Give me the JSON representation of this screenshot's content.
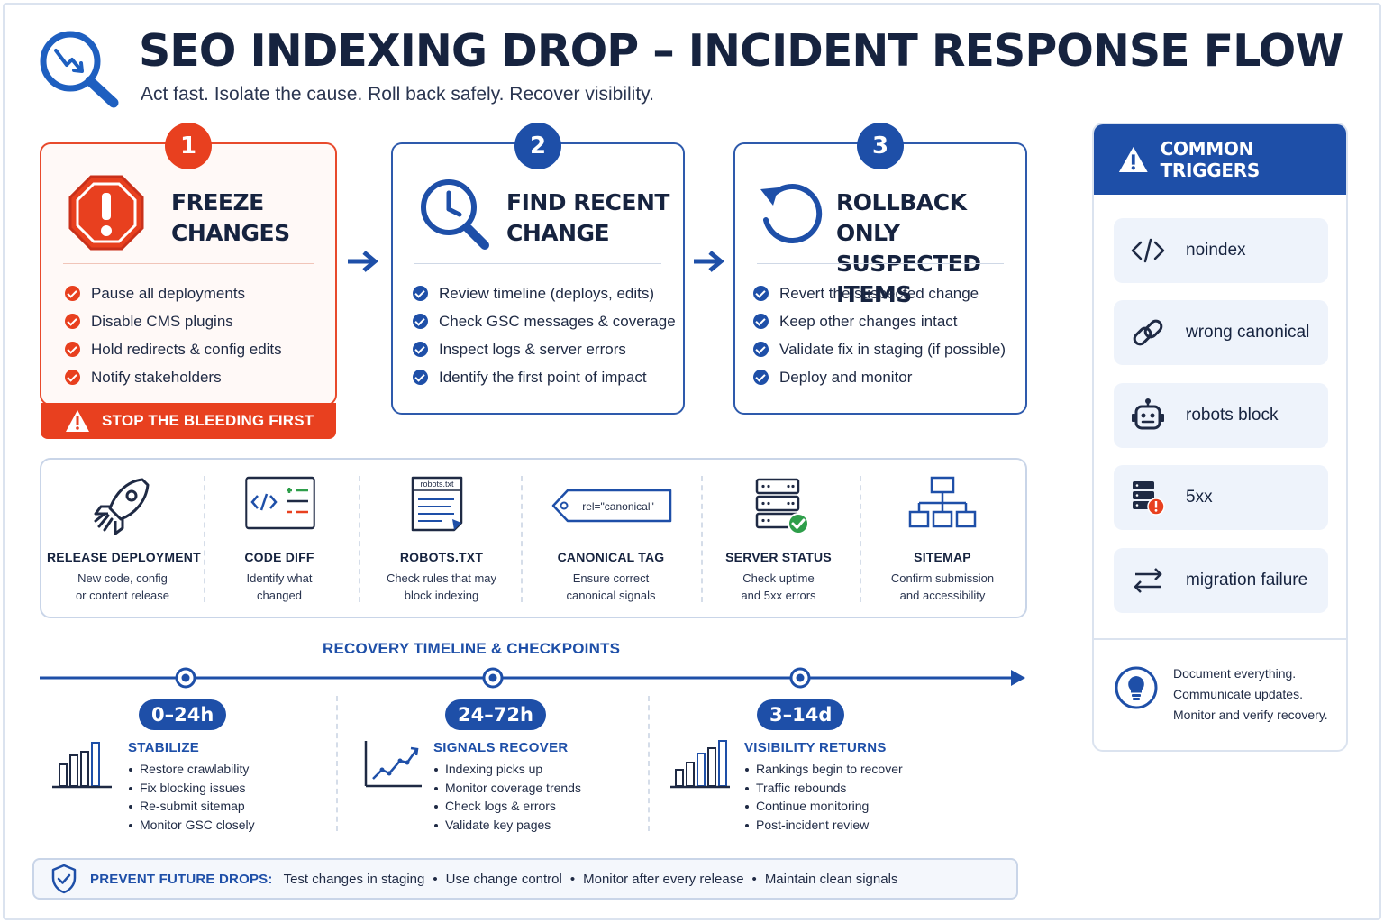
{
  "header": {
    "title": "SEO INDEXING DROP – INCIDENT RESPONSE FLOW",
    "subtitle": "Act fast. Isolate the cause. Roll back safely. Recover visibility."
  },
  "steps": [
    {
      "number": "1",
      "title_line1": "FREEZE",
      "title_line2": "CHANGES",
      "icon": "stop-octagon-icon",
      "items": [
        "Pause all deployments",
        "Disable CMS plugins",
        "Hold redirects & config edits",
        "Notify stakeholders"
      ],
      "banner": "STOP THE BLEEDING FIRST"
    },
    {
      "number": "2",
      "title_line1": "FIND RECENT",
      "title_line2": "CHANGE",
      "icon": "clock-magnifier-icon",
      "items": [
        "Review timeline (deploys, edits)",
        "Check GSC messages & coverage",
        "Inspect logs & server errors",
        "Identify the first point of impact"
      ]
    },
    {
      "number": "3",
      "title_line1": "ROLLBACK ONLY",
      "title_line2": "SUSPECTED ITEMS",
      "icon": "rollback-icon",
      "items": [
        "Revert the suspected change",
        "Keep other changes intact",
        "Validate fix in staging (if possible)",
        "Deploy and monitor"
      ]
    }
  ],
  "triggers": {
    "title": "COMMON TRIGGERS",
    "items": [
      {
        "label": "noindex",
        "icon": "code-icon"
      },
      {
        "label": "wrong canonical",
        "icon": "link-icon"
      },
      {
        "label": "robots block",
        "icon": "robot-icon"
      },
      {
        "label": "5xx",
        "icon": "server-error-icon"
      },
      {
        "label": "migration failure",
        "icon": "swap-arrows-icon"
      }
    ],
    "tips": [
      "Document everything.",
      "Communicate updates.",
      "Monitor and verify recovery."
    ]
  },
  "tools": [
    {
      "title": "RELEASE DEPLOYMENT",
      "desc1": "New code, config",
      "desc2": "or content release",
      "icon": "rocket-icon"
    },
    {
      "title": "CODE DIFF",
      "desc1": "Identify what",
      "desc2": "changed",
      "icon": "code-diff-icon"
    },
    {
      "title": "ROBOTS.TXT",
      "desc1": "Check rules that may",
      "desc2": "block indexing",
      "icon": "robots-file-icon",
      "file_label": "robots.txt"
    },
    {
      "title": "CANONICAL TAG",
      "desc1": "Ensure correct",
      "desc2": "canonical signals",
      "icon": "tag-icon",
      "tag_label": "rel=\"canonical\""
    },
    {
      "title": "SERVER STATUS",
      "desc1": "Check uptime",
      "desc2": "and 5xx errors",
      "icon": "server-check-icon"
    },
    {
      "title": "SITEMAP",
      "desc1": "Confirm submission",
      "desc2": "and accessibility",
      "icon": "sitemap-icon"
    }
  ],
  "timeline": {
    "title": "RECOVERY TIMELINE & CHECKPOINTS",
    "phases": [
      {
        "time": "0–24h",
        "title": "STABILIZE",
        "icon": "bar-chart-icon",
        "items": [
          "Restore crawlability",
          "Fix blocking issues",
          "Re-submit sitemap",
          "Monitor GSC closely"
        ]
      },
      {
        "time": "24–72h",
        "title": "SIGNALS RECOVER",
        "icon": "trend-line-icon",
        "items": [
          "Indexing picks up",
          "Monitor coverage trends",
          "Check logs & errors",
          "Validate key pages"
        ]
      },
      {
        "time": "3–14d",
        "title": "VISIBILITY RETURNS",
        "icon": "growth-bars-icon",
        "items": [
          "Rankings begin to recover",
          "Traffic rebounds",
          "Continue monitoring",
          "Post-incident review"
        ]
      }
    ]
  },
  "prevent": {
    "label": "PREVENT FUTURE DROPS:",
    "items": [
      "Test changes in staging",
      "Use change control",
      "Monitor after every release",
      "Maintain clean signals"
    ],
    "separator": "•"
  },
  "colors": {
    "primary": "#1e4fa8",
    "alert": "#e8401f",
    "text": "#16233f",
    "panel": "#eef3fb"
  }
}
